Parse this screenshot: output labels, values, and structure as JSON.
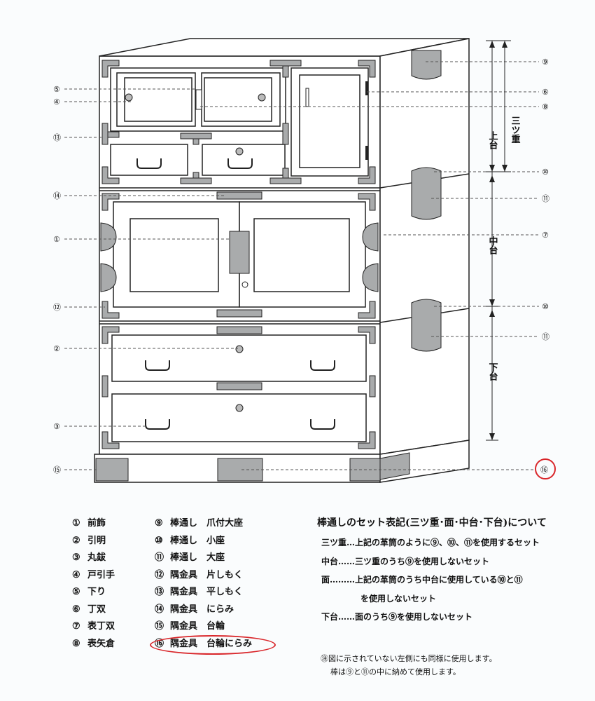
{
  "diagram": {
    "callouts": [
      "⑤",
      "④",
      "⑬",
      "⑭",
      "①",
      "⑫",
      "②",
      "③",
      "⑮",
      "⑨",
      "⑥",
      "⑧",
      "⑩",
      "⑪",
      "⑦",
      "⑩",
      "⑪",
      "⑯"
    ],
    "section_labels": {
      "upper": "上台",
      "middle": "中台",
      "lower": "下台",
      "triple": "三ツ重"
    },
    "colors": {
      "metal": "#a9abac",
      "line": "#222222",
      "highlight": "#d9262a"
    }
  },
  "legend_left": [
    {
      "num": "①",
      "label": "前飾"
    },
    {
      "num": "②",
      "label": "引明"
    },
    {
      "num": "③",
      "label": "丸鈸"
    },
    {
      "num": "④",
      "label": "戸引手"
    },
    {
      "num": "⑤",
      "label": "下り"
    },
    {
      "num": "⑥",
      "label": "丁双"
    },
    {
      "num": "⑦",
      "label": "表丁双"
    },
    {
      "num": "⑧",
      "label": "表矢倉"
    }
  ],
  "legend_right": [
    {
      "num": "⑨",
      "label": "棒通し　爪付大座"
    },
    {
      "num": "⑩",
      "label": "棒通し　小座"
    },
    {
      "num": "⑪",
      "label": "棒通し　大座"
    },
    {
      "num": "⑫",
      "label": "隅金具　片しもく"
    },
    {
      "num": "⑬",
      "label": "隅金具　平しもく"
    },
    {
      "num": "⑭",
      "label": "隅金具　にらみ"
    },
    {
      "num": "⑮",
      "label": "隅金具　台輪"
    },
    {
      "num": "⑯",
      "label": "隅金具　台輪にらみ"
    }
  ],
  "notes": {
    "title": "棒通しのセット表記(三ツ重･面･中台･下台)について",
    "lines": [
      "三ツ重…上記の革筒のように⑨、⑩、⑪を使用するセット",
      "中台……三ツ重のうち⑨を使用しないセット",
      "面………上記の革筒のうち中台に使用している⑩と⑪",
      "を使用しないセット",
      "下台……面のうち⑨を使用しないセット"
    ]
  },
  "footnote": [
    "㊟図に示されていない左側にも同様に使用します。",
    "棒は⑨と⑪の中に納めて使用します。"
  ]
}
